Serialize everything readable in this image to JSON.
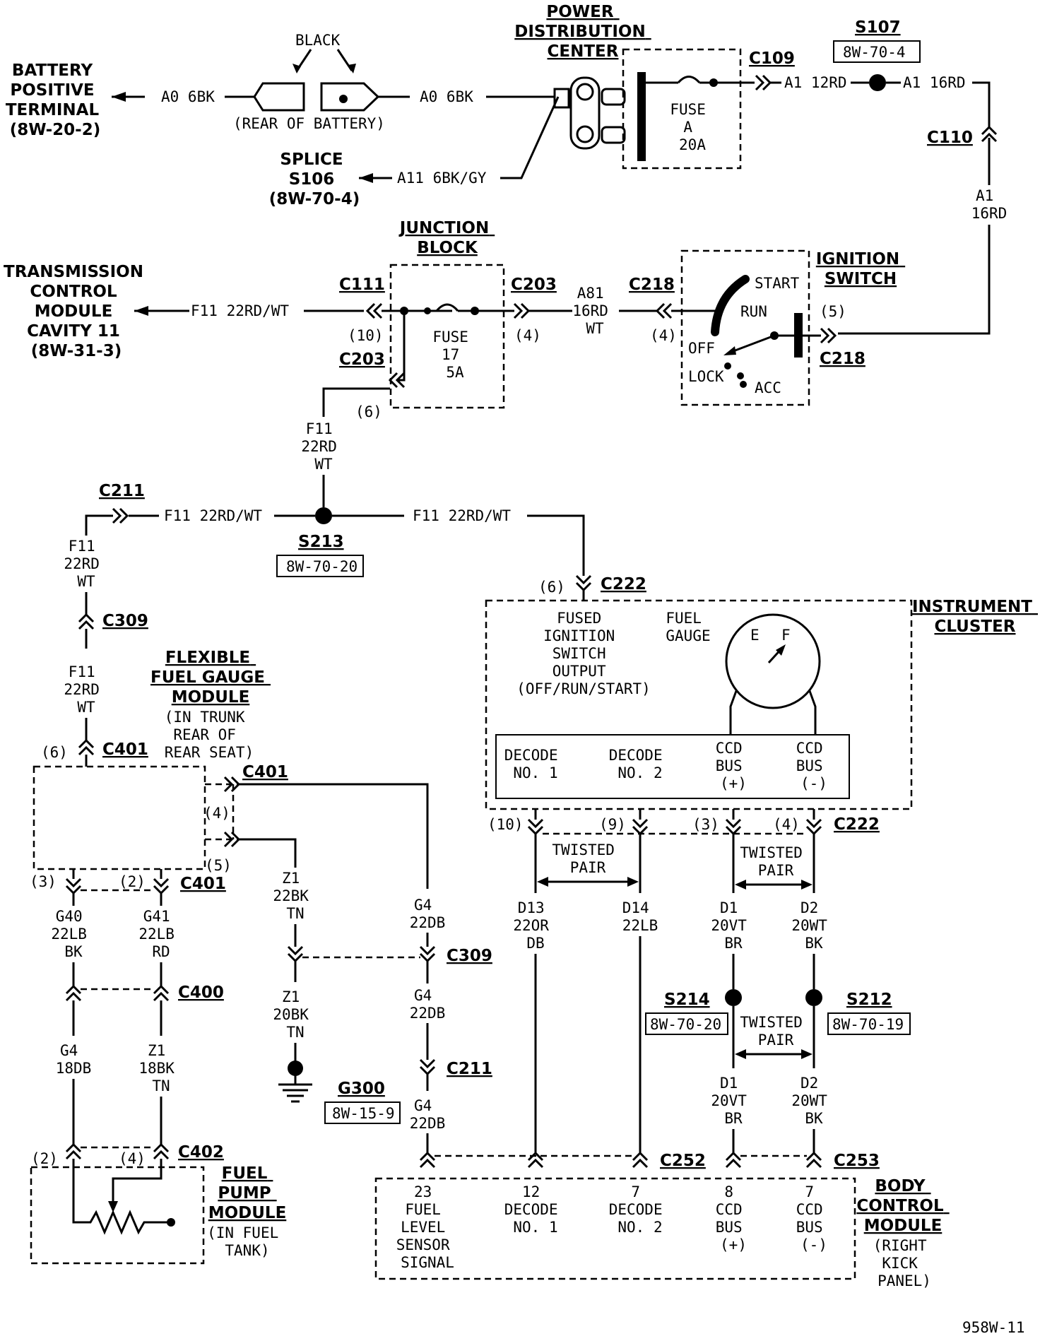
{
  "battery": {
    "label_lines": [
      "BATTERY",
      "POSITIVE",
      "TERMINAL",
      "(8W-20-2)"
    ],
    "wire_left": "A0 6BK",
    "wire_right": "A0 6BK",
    "black": "BLACK",
    "rear": "(REAR OF BATTERY)"
  },
  "splice_s106": {
    "lines": [
      "SPLICE",
      "S106",
      "(8W-70-4)"
    ],
    "wire": "A11 6BK/GY"
  },
  "pdc": {
    "title_lines": [
      "POWER",
      "DISTRIBUTION",
      "CENTER"
    ],
    "fuse_lines": [
      "FUSE",
      "A",
      "20A"
    ],
    "c109": "C109",
    "wire_a1_12": "A1 12RD",
    "wire_a1_16": "A1 16RD"
  },
  "s107": {
    "id": "S107",
    "ref": "8W-70-4"
  },
  "c110": {
    "id": "C110",
    "wire_lines": [
      "A1",
      "16RD"
    ]
  },
  "junction_block": {
    "title_lines": [
      "JUNCTION",
      "BLOCK"
    ],
    "fuse_lines": [
      "FUSE",
      "17",
      "5A"
    ],
    "c111": "C111",
    "c111_pin": "(10)",
    "c203_top": "C203",
    "c203_pin_4": "(4)",
    "c203_bottom": "C203",
    "c203_pin_6": "(6)"
  },
  "tcm": {
    "lines": [
      "TRANSMISSION",
      "CONTROL",
      "MODULE",
      "CAVITY 11",
      "(8W-31-3)"
    ],
    "wire": "F11 22RD/WT"
  },
  "wire_a81": [
    "A81",
    "16RD",
    "WT"
  ],
  "ignition_switch": {
    "title_lines": [
      "IGNITION",
      "SWITCH"
    ],
    "c218_left": "C218",
    "c218_pin_4": "(4)",
    "c218_right": "C218",
    "c218_pin_5": "(5)",
    "positions": [
      "START",
      "RUN",
      "OFF",
      "LOCK",
      "ACC"
    ]
  },
  "wire_f11_vertical": [
    "F11",
    "22RD",
    "WT"
  ],
  "s213": {
    "id": "S213",
    "ref": "8W-70-20",
    "wire_left": "F11 22RD/WT",
    "wire_right": "F11 22RD/WT"
  },
  "c211_top": "C211",
  "wire_f11_left_a": [
    "F11",
    "22RD",
    "WT"
  ],
  "c309_left": "C309",
  "wire_f11_left_b": [
    "F11",
    "22RD",
    "WT"
  ],
  "ffgm": {
    "title_lines": [
      "FLEXIBLE",
      "FUEL GAUGE",
      "MODULE"
    ],
    "sub_lines": [
      "(IN TRUNK",
      "REAR OF",
      "REAR SEAT)"
    ],
    "c401_top": "C401",
    "pin_6": "(6)",
    "c401_right": "C401",
    "pin_4": "(4)",
    "pin_5": "(5)",
    "pin_3": "(3)",
    "pin_2": "(2)",
    "c401_bottom": "C401"
  },
  "wires_ffgm": {
    "g40": [
      "G40",
      "22LB",
      "BK"
    ],
    "g41": [
      "G41",
      "22LB",
      "RD"
    ],
    "z1_22": [
      "Z1",
      "22BK",
      "TN"
    ],
    "g4_22": [
      "G4",
      "22DB"
    ],
    "c309_mid": "C309",
    "z1_20": [
      "Z1",
      "20BK",
      "TN"
    ],
    "g4_22b": [
      "G4",
      "22DB"
    ],
    "c211_mid": "C211",
    "g4_22c": [
      "G4",
      "22DB"
    ],
    "c400": "C400",
    "g4_18": [
      "G4",
      "18DB"
    ],
    "z1_18": [
      "Z1",
      "18BK",
      "TN"
    ]
  },
  "g300": {
    "id": "G300",
    "ref": "8W-15-9"
  },
  "fuel_pump": {
    "c402": "C402",
    "pin_2": "(2)",
    "pin_4": "(4)",
    "title_lines": [
      "FUEL",
      "PUMP",
      "MODULE"
    ],
    "sub_lines": [
      "(IN FUEL",
      "TANK)"
    ]
  },
  "instrument_cluster": {
    "title_lines": [
      "INSTRUMENT",
      "CLUSTER"
    ],
    "c222_top": "C222",
    "pin_6": "(6)",
    "fused_lines": [
      "FUSED",
      "IGNITION",
      "SWITCH",
      "OUTPUT",
      "(OFF/RUN/START)"
    ],
    "gauge_lines": [
      "FUEL",
      "GAUGE"
    ],
    "gauge_e": "E",
    "gauge_f": "F",
    "decode1": [
      "DECODE",
      "NO. 1"
    ],
    "decode2": [
      "DECODE",
      "NO. 2"
    ],
    "ccd_plus": [
      "CCD",
      "BUS",
      "(+)"
    ],
    "ccd_minus": [
      "CCD",
      "BUS",
      "(-)"
    ],
    "pins": [
      "(10)",
      "(9)",
      "(3)",
      "(4)"
    ],
    "c222_bottom": "C222"
  },
  "twisted_pair": [
    "TWISTED",
    "PAIR"
  ],
  "wires_bus": {
    "d13": [
      "D13",
      "22OR",
      "DB"
    ],
    "d14": [
      "D14",
      "22LB"
    ],
    "d1a": [
      "D1",
      "20VT",
      "BR"
    ],
    "d2a": [
      "D2",
      "20WT",
      "BK"
    ],
    "d1b": [
      "D1",
      "20VT",
      "BR"
    ],
    "d2b": [
      "D2",
      "20WT",
      "BK"
    ]
  },
  "s214": {
    "id": "S214",
    "ref": "8W-70-20"
  },
  "s212": {
    "id": "S212",
    "ref": "8W-70-19"
  },
  "bcm": {
    "c252": "C252",
    "c253": "C253",
    "title_lines": [
      "BODY",
      "CONTROL",
      "MODULE"
    ],
    "sub_lines": [
      "(RIGHT",
      "KICK",
      "PANEL)"
    ],
    "pin23": [
      "23",
      "FUEL",
      "LEVEL",
      "SENSOR",
      "SIGNAL"
    ],
    "pin12": [
      "12",
      "DECODE",
      "NO. 1"
    ],
    "pin7a": [
      "7",
      "DECODE",
      "NO. 2"
    ],
    "pin8": [
      "8",
      "CCD",
      "BUS",
      "(+)"
    ],
    "pin7b": [
      "7",
      "CCD",
      "BUS",
      "(-)"
    ]
  },
  "figure_id": "958W-11"
}
